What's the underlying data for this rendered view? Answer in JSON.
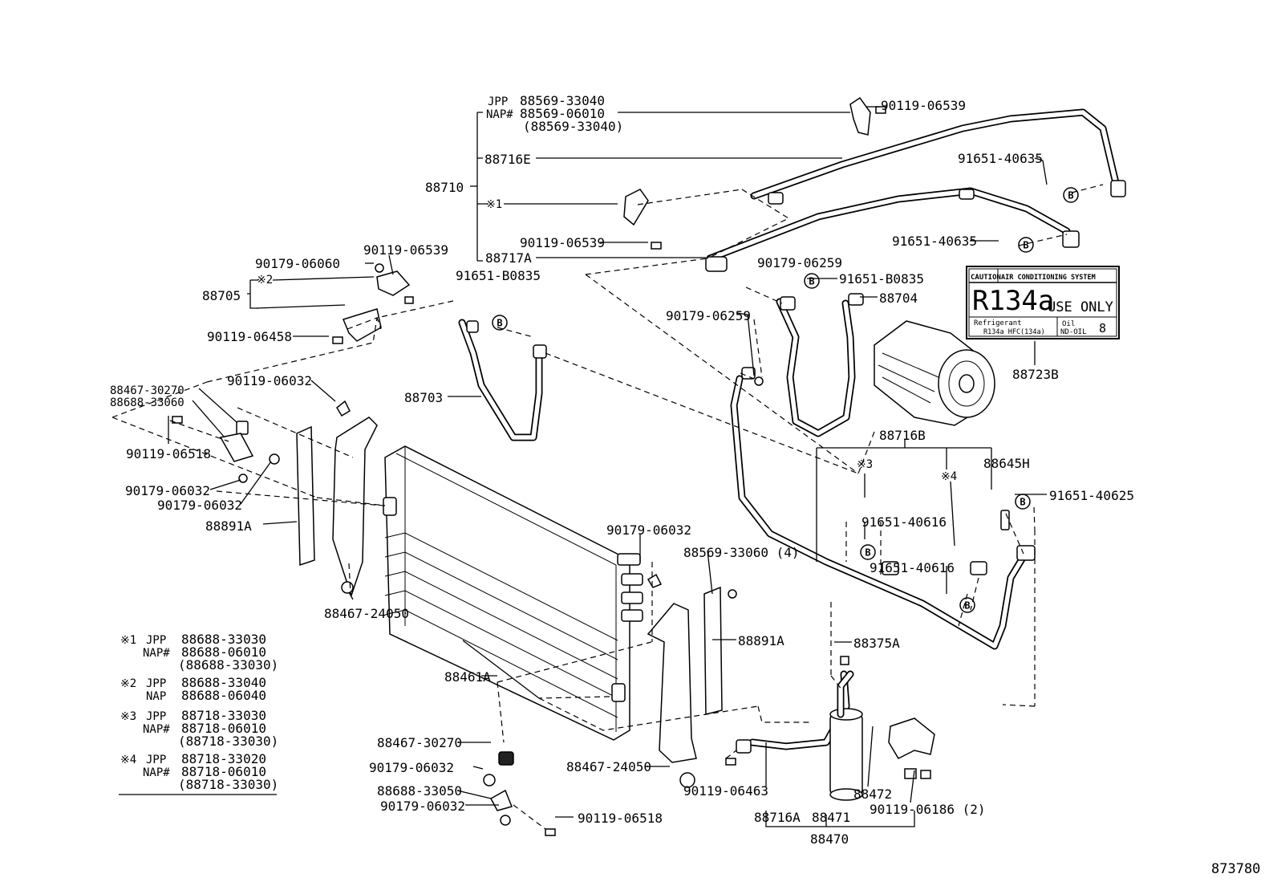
{
  "diagram_number": "873780",
  "labels": {
    "l_88569_jpp_tag": "JPP",
    "l_88569_jpp": "88569-33040",
    "l_88569_nap_tag": "NAP#",
    "l_88569_nap": "88569-06010",
    "l_88569_paren": "(88569-33040)",
    "l_88716e": "88716E",
    "l_88710": "88710",
    "l_star1": "※1",
    "l_90119_06539_mid": "90119-06539",
    "l_88717a": "88717A",
    "l_90119_06539_top": "90119-06539",
    "l_91651_40635_a": "91651-40635",
    "l_91651_40635_b": "91651-40635",
    "l_90179_06259_a": "90179-06259",
    "l_91651_b0835_r": "91651-B0835",
    "l_88704": "88704",
    "l_90179_06259_b": "90179-06259",
    "l_91651_b0835_l": "91651-B0835",
    "l_90119_06539_left": "90119-06539",
    "l_90179_06060": "90179-06060",
    "l_star2": "※2",
    "l_88705": "88705",
    "l_90119_06458": "90119-06458",
    "l_88703": "88703",
    "l_88467_30270_top": "88467-30270",
    "l_88688_33060": "88688-33060",
    "l_90119_06032": "90119-06032",
    "l_90119_06518_top": "90119-06518",
    "l_90179_06032_a": "90179-06032",
    "l_90179_06032_b": "90179-06032",
    "l_88891a_left": "88891A",
    "l_88467_24050_left": "88467-24050",
    "l_88716b": "88716B",
    "l_star3": "※3",
    "l_star4": "※4",
    "l_88645h": "88645H",
    "l_91651_40625": "91651-40625",
    "l_91651_40616_a": "91651-40616",
    "l_91651_40616_b": "91651-40616",
    "l_88723b": "88723B",
    "l_90179_06032_mid": "90179-06032",
    "l_88569_33060": "88569-33060 (4)",
    "l_88891a_right": "88891A",
    "l_88375a": "88375A",
    "l_88461a": "88461A",
    "l_88467_30270_bot": "88467-30270",
    "l_90179_06032_bot1": "90179-06032",
    "l_88688_33050": "88688-33050",
    "l_90179_06032_bot2": "90179-06032",
    "l_90119_06518_bot": "90119-06518",
    "l_88467_24050_bot": "88467-24050",
    "l_90119_06463": "90119-06463",
    "l_88716a": "88716A",
    "l_88471": "88471",
    "l_88472": "88472",
    "l_90119_06186": "90119-06186 (2)",
    "l_88470": "88470"
  },
  "bolt_marker": "B",
  "caution_label": {
    "header_left": "CAUTION",
    "header_right": "AIR CONDITIONING SYSTEM",
    "refrigerant": "R134a",
    "use_only": "USE ONLY",
    "refrigerant_label": "Refrigerant",
    "refrigerant_spec": "R134a HFC(134a)",
    "oil_label": "Oil",
    "oil_spec": "ND-OIL",
    "oil_grade": "8"
  },
  "footnotes": [
    {
      "mark": "※1",
      "lines": [
        {
          "tag": "JPP",
          "part": "88688-33030"
        },
        {
          "tag": "NAP#",
          "part": "88688-06010"
        },
        {
          "tag": "",
          "part": "(88688-33030)"
        }
      ]
    },
    {
      "mark": "※2",
      "lines": [
        {
          "tag": "JPP",
          "part": "88688-33040"
        },
        {
          "tag": "NAP",
          "part": "88688-06040"
        }
      ]
    },
    {
      "mark": "※3",
      "lines": [
        {
          "tag": "JPP",
          "part": "88718-33030"
        },
        {
          "tag": "NAP#",
          "part": "88718-06010"
        },
        {
          "tag": "",
          "part": "(88718-33030)"
        }
      ]
    },
    {
      "mark": "※4",
      "lines": [
        {
          "tag": "JPP",
          "part": "88718-33020"
        },
        {
          "tag": "NAP#",
          "part": "88718-06010"
        },
        {
          "tag": "",
          "part": "(88718-33030)"
        }
      ]
    }
  ]
}
